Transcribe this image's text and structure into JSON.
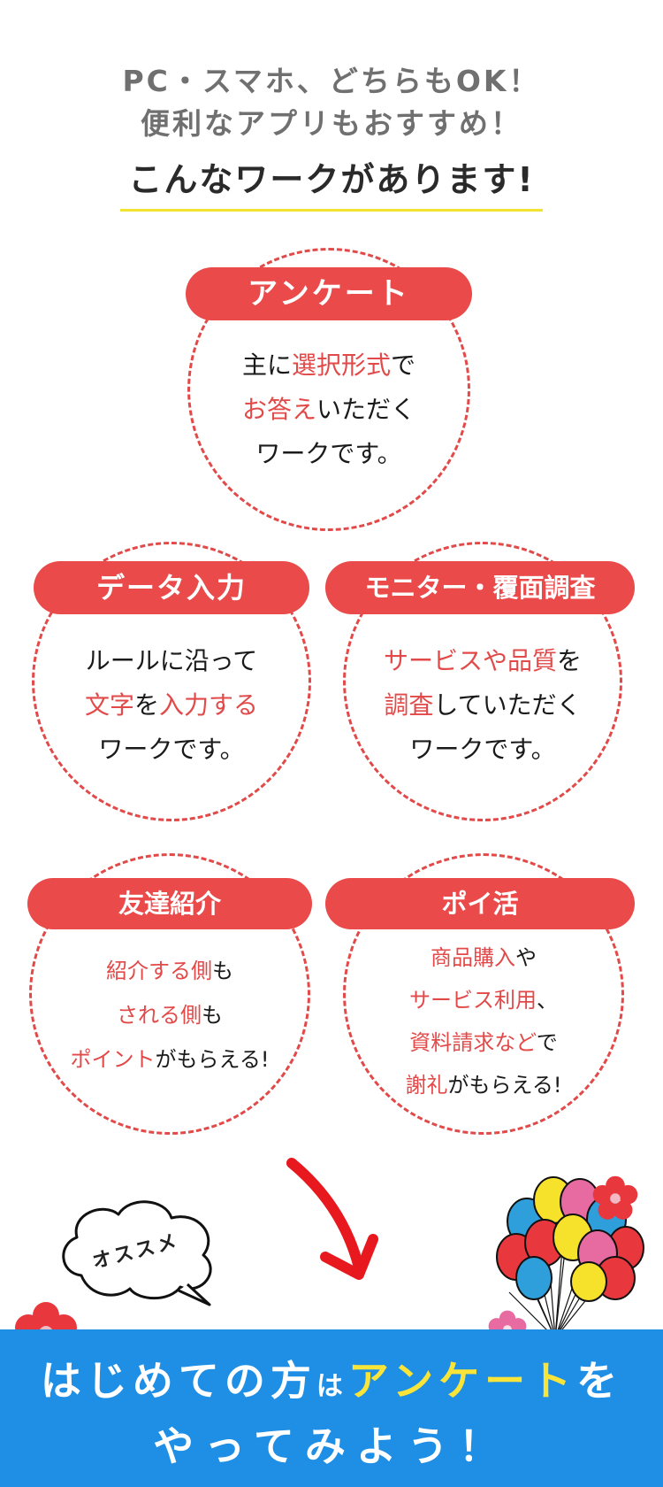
{
  "intro": {
    "line1": "PC・スマホ、どちらもOK！",
    "line2": "便利なアプリもおすすめ！"
  },
  "heading": "こんなワークがあります!",
  "cards": {
    "survey": {
      "title": "アンケート",
      "l1_pre": "主に",
      "l1_hl": "選択形式",
      "l1_post": "で",
      "l2_hl": "お答え",
      "l2_post": "いただく",
      "l3": "ワークです。"
    },
    "data_entry": {
      "title": "データ入力",
      "l1": "ルールに沿って",
      "l2_hl1": "文字",
      "l2_mid": "を",
      "l2_hl2": "入力する",
      "l3": "ワークです。"
    },
    "monitor": {
      "title": "モニター・覆面調査",
      "l1_hl": "サービスや品質",
      "l1_post": "を",
      "l2_hl": "調査",
      "l2_post": "していただく",
      "l3": "ワークです。"
    },
    "referral": {
      "title": "友達紹介",
      "l1_hl": "紹介する側",
      "l1_post": "も",
      "l2_hl": "される側",
      "l2_post": "も",
      "l3_hl": "ポイント",
      "l3_post": "がもらえる!"
    },
    "poikatsu": {
      "title": "ポイ活",
      "l1_hl": "商品購入",
      "l1_post": "や",
      "l2_hl": "サービス利用",
      "l2_post": "、",
      "l3_hl": "資料請求など",
      "l3_post": "で",
      "l4_hl": "謝礼",
      "l4_post": "がもらえる!"
    }
  },
  "recommend_bubble": "オススメ",
  "banner": {
    "part1": "はじめての方",
    "part2": "は",
    "part3": "アンケート",
    "part4": "を",
    "line2": "やってみよう！"
  },
  "colors": {
    "accent_red": "#e24a4a",
    "banner_blue": "#1f8fe6",
    "highlight_yellow": "#f9e53a"
  }
}
